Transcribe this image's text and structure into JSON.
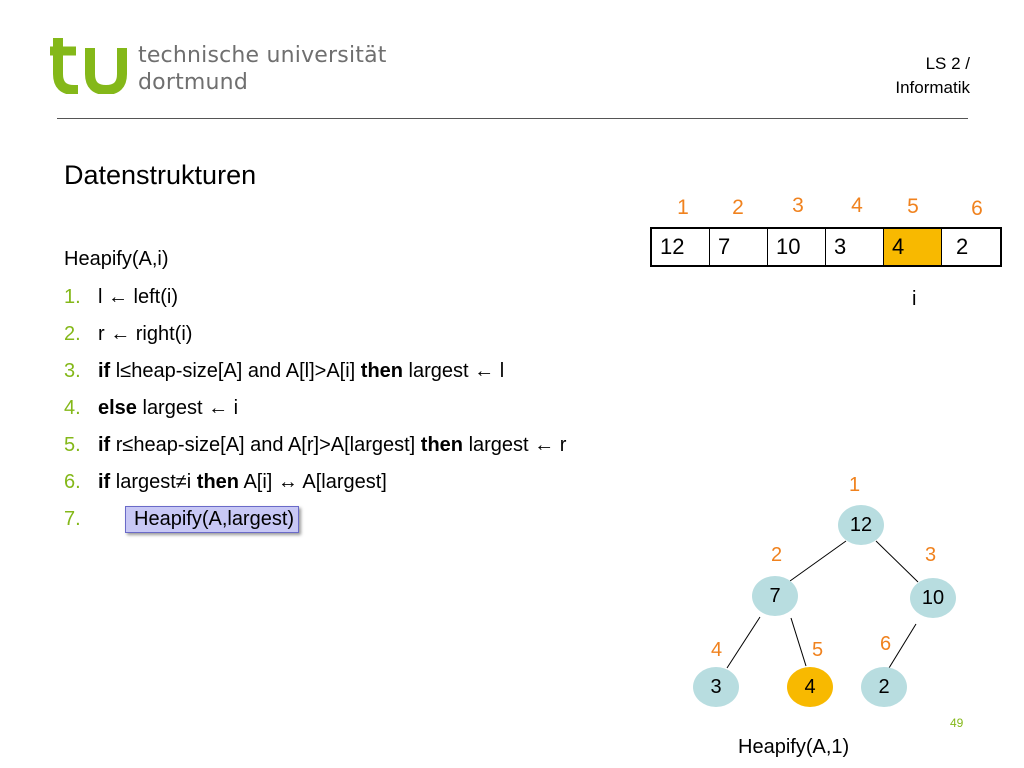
{
  "header": {
    "university_line1": "technische universität",
    "university_line2": "dortmund",
    "chair_line1": "LS 2 /",
    "chair_line2": "Informatik",
    "logo_color": "#84b819"
  },
  "title": "Datenstrukturen",
  "code": {
    "header": "Heapify(A,i)",
    "lines": [
      {
        "num": "1.",
        "text": "l ← left(i)"
      },
      {
        "num": "2.",
        "text": "r ← right(i)"
      },
      {
        "num": "3.",
        "kw1": "if",
        "mid": " l≤heap-size[A] and A[l]>A[i] ",
        "kw2": "then",
        "tail": " largest ← l"
      },
      {
        "num": "4.",
        "kw1": "else",
        "tail": " largest ← i"
      },
      {
        "num": "5.",
        "kw1": "if",
        "mid": " r≤heap-size[A] and A[r]>A[largest] ",
        "kw2": "then",
        "tail": " largest ← r"
      },
      {
        "num": "6.",
        "kw1": "if",
        "mid": " largest≠i ",
        "kw2": "then",
        "tail": " A[i] ↔ A[largest]"
      },
      {
        "num": "7.",
        "text": "Heapify(A,largest)"
      }
    ]
  },
  "array": {
    "indices": [
      "1",
      "2",
      "3",
      "4",
      "5",
      "6"
    ],
    "values": [
      "12",
      "7",
      "10",
      "3",
      "4",
      "2"
    ],
    "highlight_index": 4,
    "pointer_label": "i"
  },
  "tree": {
    "nodes": [
      {
        "index": "1",
        "value": "12"
      },
      {
        "index": "2",
        "value": "7"
      },
      {
        "index": "3",
        "value": "10"
      },
      {
        "index": "4",
        "value": "3"
      },
      {
        "index": "5",
        "value": "4"
      },
      {
        "index": "6",
        "value": "2"
      }
    ],
    "highlight_node": 4
  },
  "colors": {
    "accent_green": "#84b819",
    "index_orange": "#f0821e",
    "highlight_yellow": "#f8b900",
    "node_blue": "#b8dde0",
    "code_highlight": "#c8c8f5"
  },
  "caption": "Heapify(A,1)",
  "page_number": "49"
}
